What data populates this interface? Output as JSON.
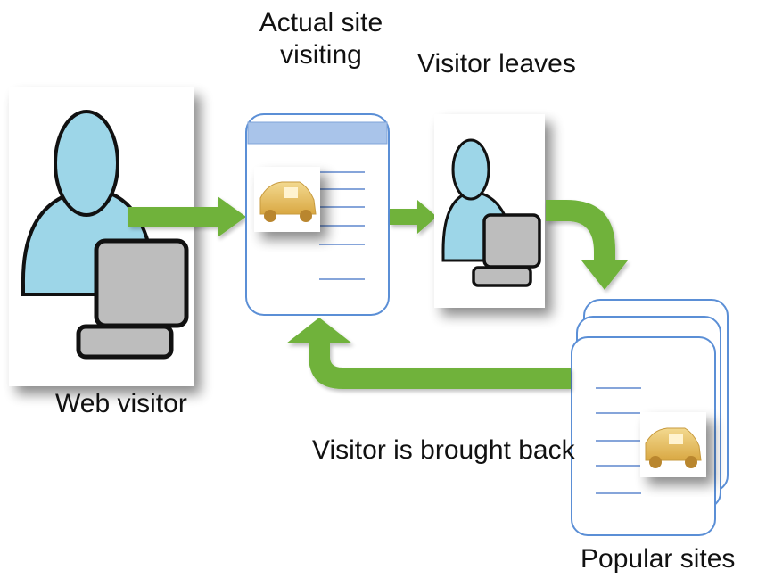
{
  "labels": {
    "actual_site_line1": "Actual site",
    "actual_site_line2": "visiting",
    "visitor_leaves": "Visitor leaves",
    "web_visitor": "Web visitor",
    "visitor_brought_back": "Visitor is brought back",
    "popular_sites": "Popular sites"
  },
  "nodes": {
    "web_visitor": {
      "icon": "person-with-laptop-icon"
    },
    "actual_site": {
      "icon": "webpage-icon",
      "image": "car-image-icon"
    },
    "leaving_visitor": {
      "icon": "person-with-laptop-icon"
    },
    "popular_sites": {
      "icon": "stacked-webpages-icon",
      "image": "car-image-icon",
      "stack_count": 3
    }
  },
  "colors": {
    "arrow_green": "#6fb23a",
    "person_fill": "#9dd6e8",
    "laptop_fill": "#bdbdbd",
    "page_border": "#5b8fd6",
    "page_header": "#a9c4ea",
    "line_blue": "#3f6fc4",
    "car_fill": "#e6bd5c"
  }
}
